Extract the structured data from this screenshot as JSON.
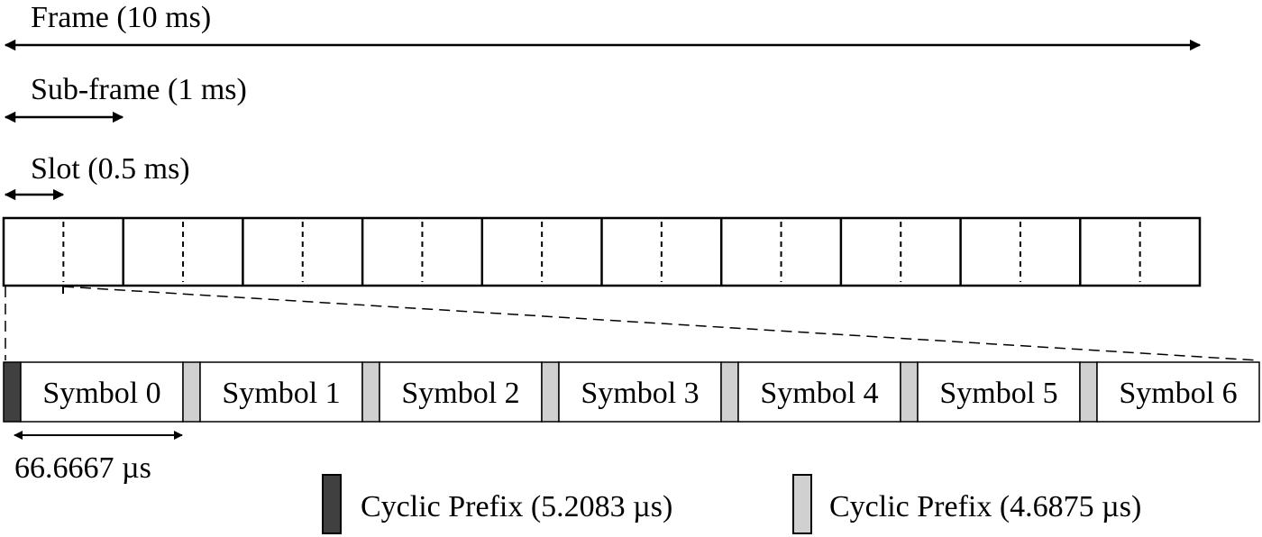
{
  "labels": {
    "frame": "Frame (10 ms)",
    "subframe": "Sub-frame (1 ms)",
    "slot": "Slot (0.5 ms)",
    "symbol_duration": "66.6667 µs"
  },
  "frame": {
    "subframe_count": 10,
    "slots_per_subframe": 2
  },
  "symbols": [
    "Symbol 0",
    "Symbol 1",
    "Symbol 2",
    "Symbol 3",
    "Symbol 4",
    "Symbol 5",
    "Symbol 6"
  ],
  "legend": [
    {
      "label": "Cyclic Prefix (5.2083 µs)",
      "color": "#404040"
    },
    {
      "label": "Cyclic Prefix (4.6875 µs)",
      "color": "#d0d0d0"
    }
  ],
  "colors": {
    "stroke": "#000000",
    "cp_long": "#404040",
    "cp_short": "#d0d0d0",
    "symbol_fill": "#ffffff"
  }
}
